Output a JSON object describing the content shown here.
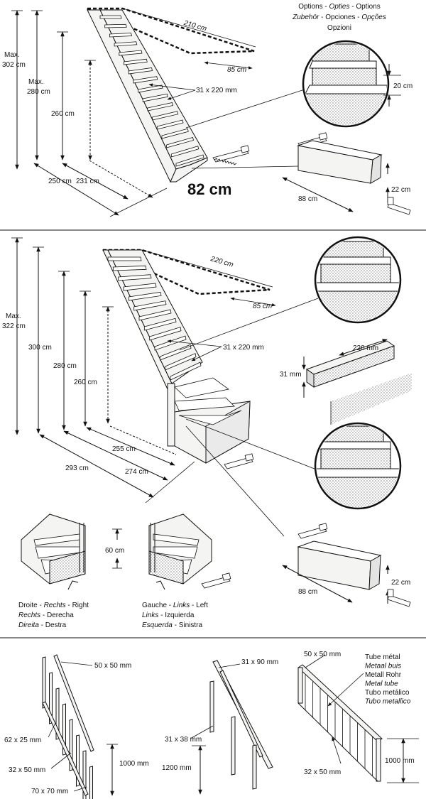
{
  "options": {
    "line1": [
      {
        "text": "Options",
        "italic": false
      },
      {
        "text": " - ",
        "italic": false
      },
      {
        "text": "Opties",
        "italic": true
      },
      {
        "text": " - Options",
        "italic": false
      }
    ],
    "line2": [
      {
        "text": "Zubehör",
        "italic": true
      },
      {
        "text": " - Opciones - ",
        "italic": false
      },
      {
        "text": "Opções",
        "italic": true
      }
    ],
    "line3": [
      {
        "text": "Opzioni",
        "italic": false
      }
    ]
  },
  "section1": {
    "height_max_label": "Max.",
    "height_max_value": "302 cm",
    "height_max2_label": "Max.",
    "height_max2_value": "280 cm",
    "height_260": "260 cm",
    "plan_width": "210 cm",
    "plan_depth": "85 cm",
    "tread_size": "31 x 220 mm",
    "len_250": "250 cm",
    "len_231": "231 cm",
    "stair_width": "82 cm",
    "riser_20": "20 cm",
    "block_22": "22 cm",
    "block_88": "88 cm"
  },
  "section2": {
    "height_max_label": "Max.",
    "height_max_value": "322 cm",
    "height_300": "300 cm",
    "height_280": "280 cm",
    "height_260": "260 cm",
    "plan_width": "220 cm",
    "plan_depth": "85 cm",
    "tread_size": "31 x 220 mm",
    "len_255": "255 cm",
    "len_293": "293 cm",
    "len_274": "274 cm",
    "tread_width": "220 mm",
    "tread_thickness": "31 mm",
    "riser_60": "60 cm",
    "block_22": "22 cm",
    "block_88": "88 cm",
    "right": [
      [
        {
          "text": "Droite - ",
          "italic": false
        },
        {
          "text": "Rechts",
          "italic": true
        },
        {
          "text": " - Right",
          "italic": false
        }
      ],
      [
        {
          "text": "Rechts",
          "italic": true
        },
        {
          "text": " - Derecha",
          "italic": false
        }
      ],
      [
        {
          "text": "Direita",
          "italic": true
        },
        {
          "text": " - Destra",
          "italic": false
        }
      ]
    ],
    "left": [
      [
        {
          "text": "Gauche - ",
          "italic": false
        },
        {
          "text": "Links",
          "italic": true
        },
        {
          "text": " - Left",
          "italic": false
        }
      ],
      [
        {
          "text": "Links",
          "italic": true
        },
        {
          "text": " - Izquierda",
          "italic": false
        }
      ],
      [
        {
          "text": "Esquerda",
          "italic": true
        },
        {
          "text": " - Sinistra",
          "italic": false
        }
      ]
    ]
  },
  "section3": {
    "a_top": "50 x 50 mm",
    "a_rail": "62 x 25 mm",
    "a_post": "32 x 50 mm",
    "a_base": "70 x 70 mm",
    "a_height": "1000 mm",
    "b_top": "31 x 90 mm",
    "b_rail": "31 x 38 mm",
    "b_height": "1200 mm",
    "c_top": "50 x 50 mm",
    "c_post": "32 x 50 mm",
    "c_height": "1000 mm",
    "tube": [
      {
        "text": "Tube métal",
        "italic": false
      },
      {
        "text": "Metaal buis",
        "italic": true
      },
      {
        "text": "Metall Rohr",
        "italic": false
      },
      {
        "text": "Metal tube",
        "italic": true
      },
      {
        "text": "Tubo metálico",
        "italic": false
      },
      {
        "text": "Tubo metallico",
        "italic": true
      }
    ]
  }
}
